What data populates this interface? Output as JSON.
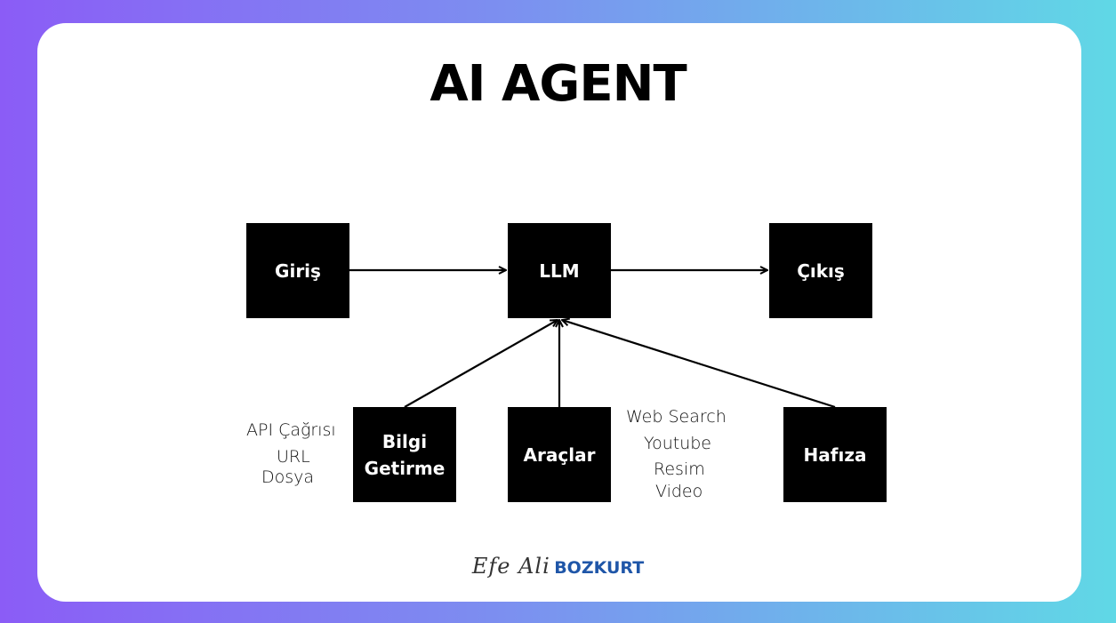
{
  "title": "AI AGENT",
  "nodes": {
    "giris": "Giriş",
    "llm": "LLM",
    "cikis": "Çıkış",
    "bilgi": "Bilgi\nGetirme",
    "araclar": "Araçlar",
    "hafiza": "Hafıza"
  },
  "notes": {
    "bilgi": [
      "API Çağrısı",
      "URL",
      "Dosya"
    ],
    "araclar": [
      "Web Search",
      "Youtube",
      "Resim",
      "Video"
    ]
  },
  "signature": {
    "script": "Efe Ali",
    "name": "BOZKURT"
  },
  "colors": {
    "box": "#000000",
    "box_text": "#ffffff",
    "signature_name": "#1f56a8"
  }
}
